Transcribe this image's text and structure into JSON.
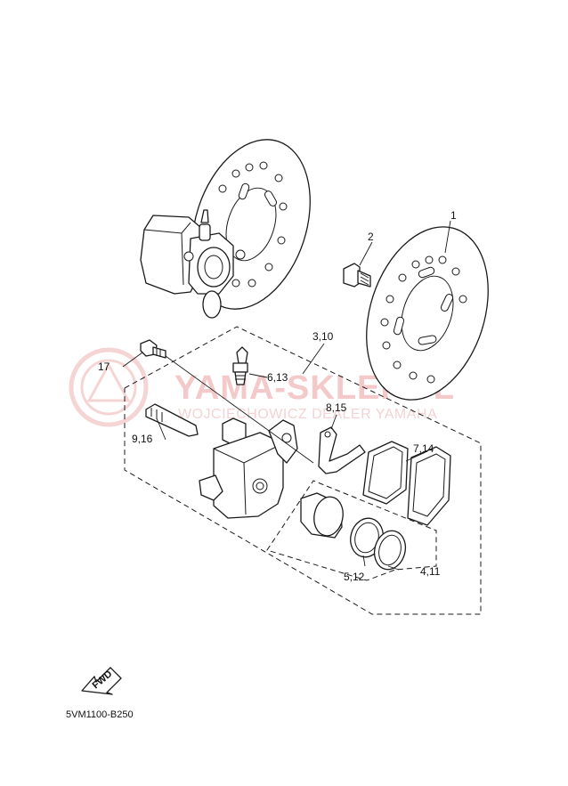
{
  "diagram": {
    "callouts": {
      "c1": "1",
      "c2": "2",
      "c3": "3,10",
      "c4": "4,11",
      "c5": "5,12",
      "c6": "6,13",
      "c7": "7,14",
      "c8": "8,15",
      "c9": "9,16",
      "c17": "17"
    },
    "fwd_label": "FWD",
    "diagram_code": "5VM1100-B250",
    "watermark": {
      "brand": "YAMA-SKLEP.PL",
      "subtitle": "WOJCIECHOWICZ DEALER YAMAHA"
    },
    "colors": {
      "line": "#1a1a1a",
      "watermark": "#f3c9c9",
      "background": "#ffffff"
    },
    "icons": [
      "yamaha-logo-watermark",
      "fwd-arrow-icon"
    ]
  }
}
